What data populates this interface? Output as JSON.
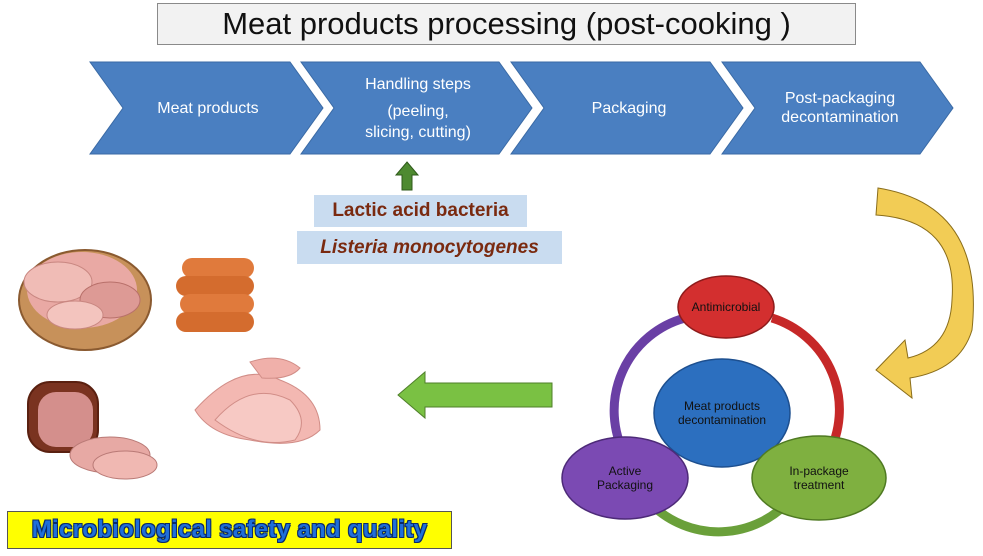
{
  "title": "Meat products processing (post-cooking )",
  "steps": [
    {
      "lines": [
        "Meat products"
      ]
    },
    {
      "lines": [
        "Handling steps",
        "(peeling,",
        "slicing, cutting)"
      ]
    },
    {
      "lines": [
        "Packaging"
      ]
    },
    {
      "lines": [
        "Post-packaging",
        "decontamination"
      ]
    }
  ],
  "contaminants": {
    "first": "Lactic acid bacteria",
    "second": "Listeria monocytogenes"
  },
  "cycle": {
    "center": {
      "line1": "Meat products",
      "line2": "decontamination"
    },
    "top": "Antimicrobial",
    "right": {
      "line1": "In-package",
      "line2": "treatment"
    },
    "left": {
      "line1": "Active",
      "line2": "Packaging"
    }
  },
  "footer": "Microbiological safety and quality",
  "colors": {
    "chevron": "#4a7fc1",
    "chevron_border": "#3a6aa5",
    "up_arrow": "#4e8a30",
    "left_arrow": "#7ac143",
    "curved_arrow": "#f2cc55",
    "top_node": "#d32f2f",
    "right_node": "#7fb040",
    "left_node": "#7b4ab3",
    "center_node": "#2c6fbf",
    "ring_red": "#c62828",
    "ring_green": "#6aa03a",
    "ring_purple": "#6a3fa5",
    "footer_bg": "#ffff00",
    "footer_text": "#1f6fd9"
  }
}
